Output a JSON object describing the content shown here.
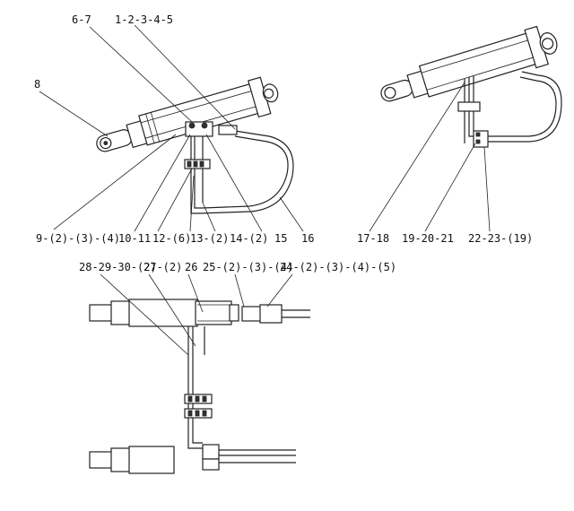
{
  "labels": {
    "l_6_7": "6-7",
    "l_1_5": "1-2-3-4-5",
    "l_8": "8",
    "l_9": "9-(2)-(3)-(4)",
    "l_10_11": "10-11",
    "l_12": "12-(6)",
    "l_13": "13-(2)",
    "l_14": "14-(2)",
    "l_15": "15",
    "l_16": "16",
    "l_17_18": "17-18",
    "l_19_21": "19-20-21",
    "l_22": "22-23-(19)",
    "l_28": "28-29-30-(2)",
    "l_27": "27-(2)",
    "l_26": "26",
    "l_25": "25-(2)-(3)-(4)",
    "l_24": "24-(2)-(3)-(4)-(5)"
  }
}
